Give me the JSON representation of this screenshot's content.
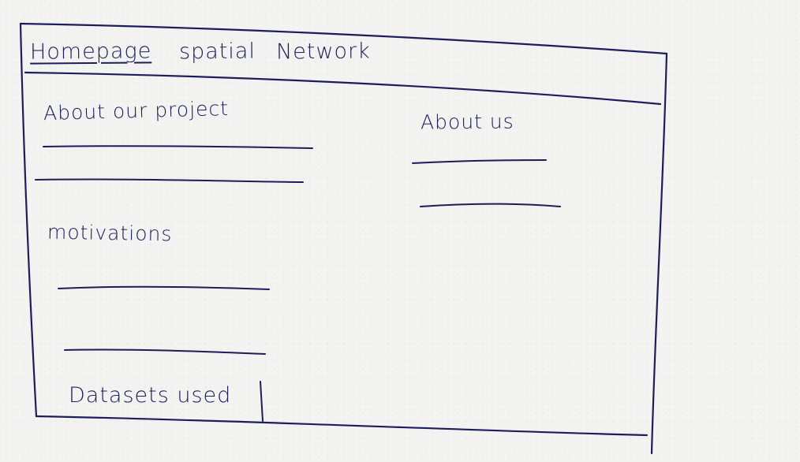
{
  "nav": {
    "items": [
      {
        "label": "Homepage",
        "active": true
      },
      {
        "label": "spatial",
        "active": false
      },
      {
        "label": "Network",
        "active": false
      }
    ]
  },
  "main": {
    "about_project_heading": "About our project",
    "motivations_heading": "motivations",
    "datasets_heading": "Datasets used"
  },
  "sidebar": {
    "about_us_heading": "About us"
  },
  "colors": {
    "ink": "#1c1e5a",
    "paper": "#f3f3f1"
  }
}
